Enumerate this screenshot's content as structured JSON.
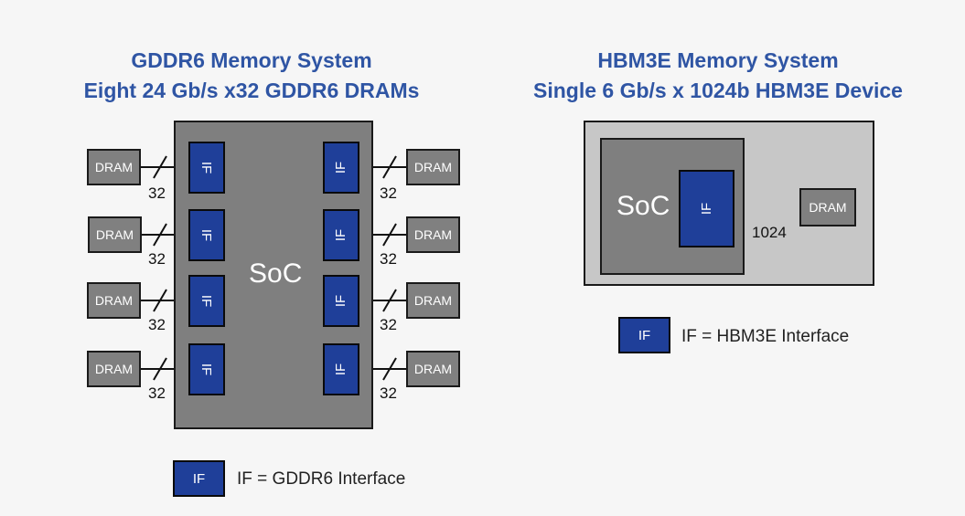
{
  "gddr6": {
    "title_line1": "GDDR6 Memory System",
    "title_line2": "Eight 24 Gb/s x32 GDDR6 DRAMs",
    "soc_label": "SoC",
    "if_label": "IF",
    "dram_label": "DRAM",
    "width_label": "32",
    "legend_if": "IF",
    "legend_text": "IF = GDDR6 Interface"
  },
  "hbm3e": {
    "title_line1": "HBM3E Memory System",
    "title_line2": "Single 6 Gb/s x 1024b HBM3E Device",
    "soc_label": "SoC",
    "if_label": "IF",
    "dram_label": "DRAM",
    "width_label": "1024",
    "legend_if": "IF",
    "legend_text": "IF = HBM3E Interface"
  },
  "colors": {
    "title": "#2f55a4",
    "interface": "#1f3f99",
    "soc": "#7f7f7f",
    "dram": "#808080",
    "package": "#c7c7c7"
  }
}
